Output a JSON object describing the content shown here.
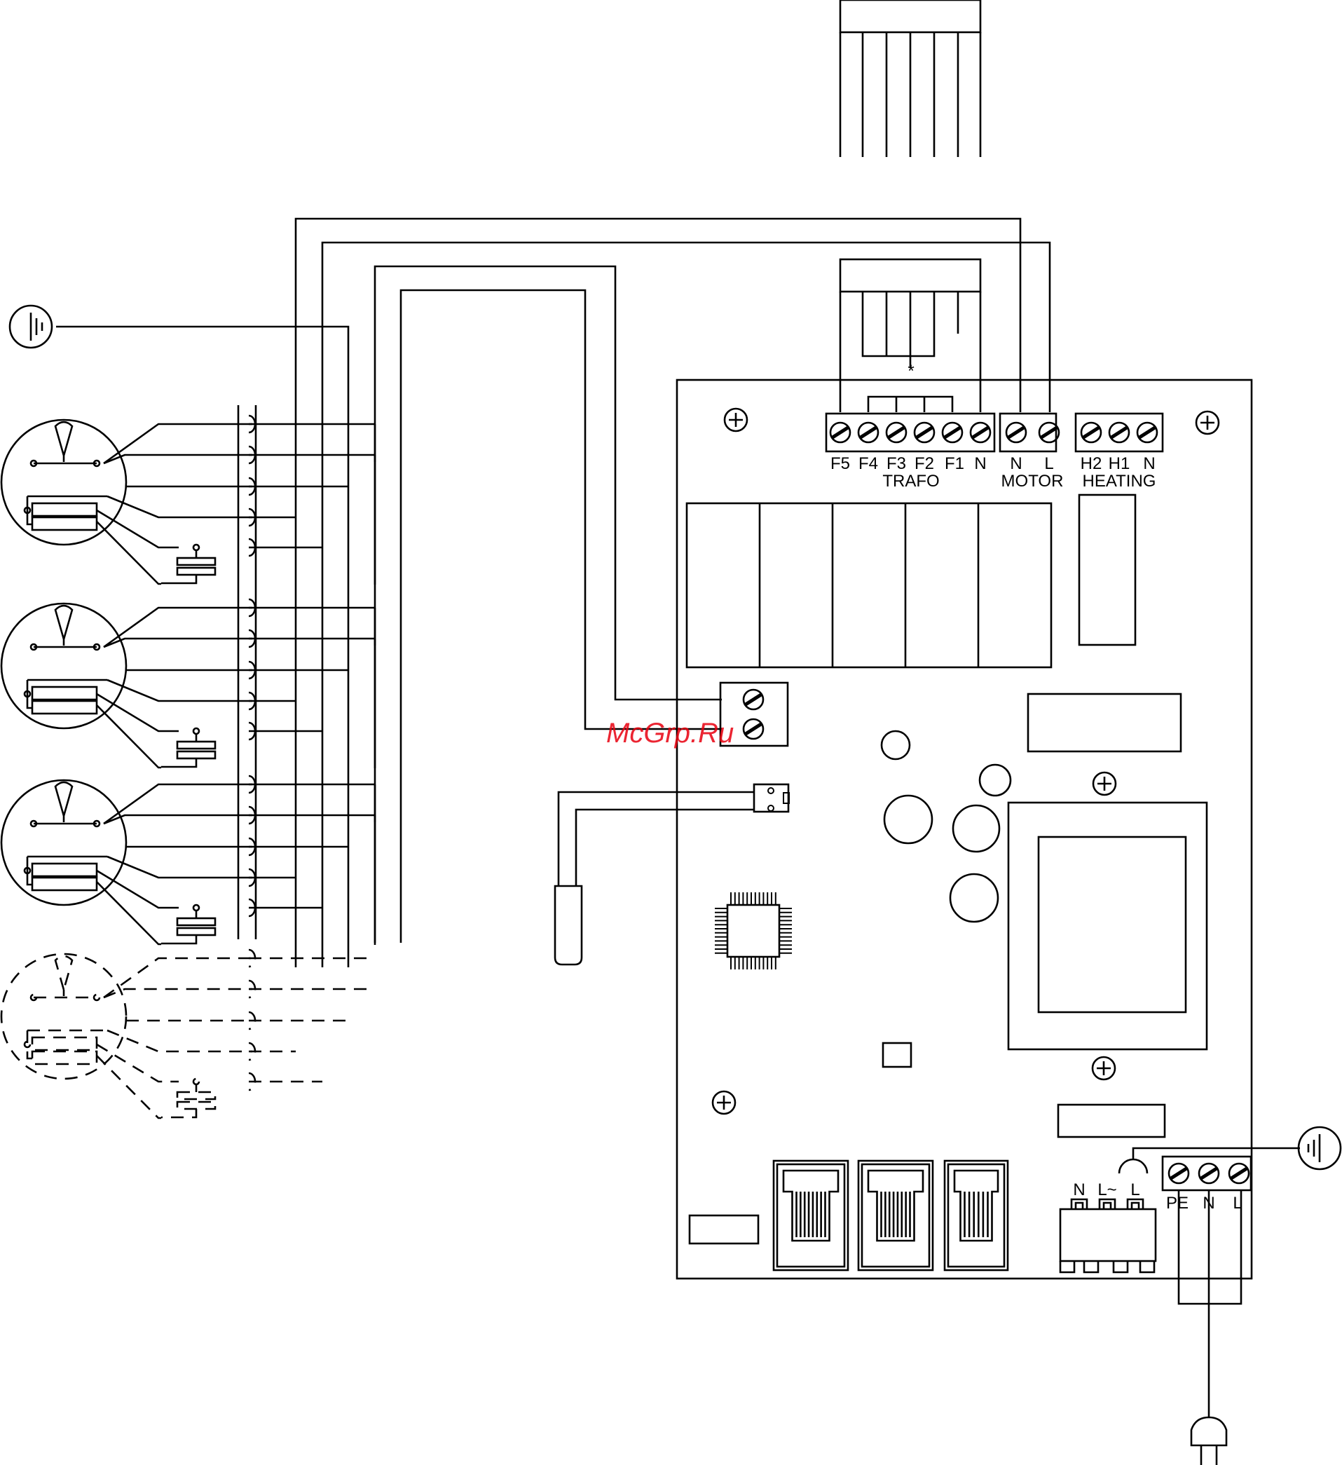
{
  "terminals": {
    "trafo": [
      "F5",
      "F4",
      "F3",
      "F2",
      "F1",
      "N"
    ],
    "trafo_label": "TRAFO",
    "motor": [
      "N",
      "L"
    ],
    "motor_label": "MOTOR",
    "heating": [
      "H2",
      "H1",
      "N"
    ],
    "heating_label": "HEATING",
    "mains": [
      "PE",
      "N",
      "L"
    ],
    "supply": [
      "N",
      "L~",
      "L"
    ]
  },
  "marks": {
    "star": "*"
  },
  "watermark": "McGrp.Ru",
  "colors": {
    "line": "#000000",
    "watermark": "#e8000f"
  }
}
